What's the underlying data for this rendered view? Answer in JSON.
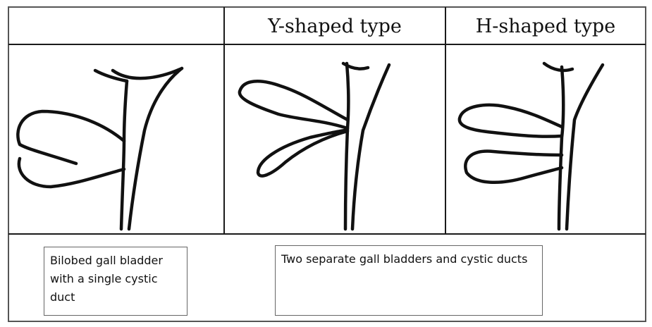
{
  "table": {
    "headers": [
      "",
      "Y-shaped type",
      "H-shaped type"
    ]
  },
  "notes": {
    "bilobed": "Bilobed gall bladder with a single cystic duct",
    "separate": "Two separate gall bladders and cystic ducts"
  },
  "colors": {
    "stroke": "#111111",
    "grid": "#555555",
    "background": "#ffffff"
  }
}
